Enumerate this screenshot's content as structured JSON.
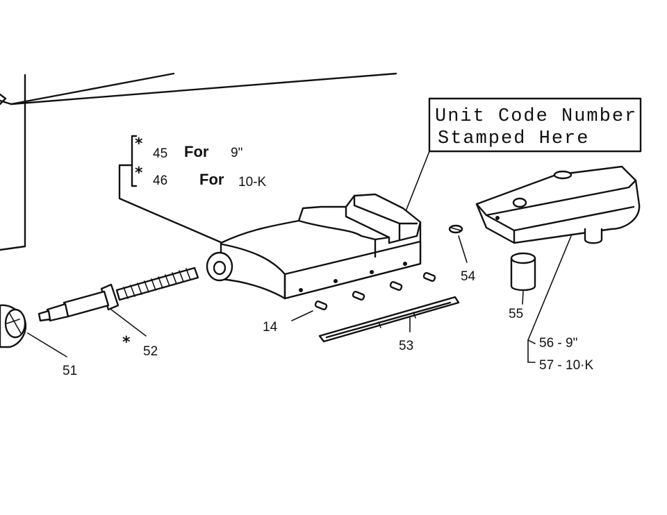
{
  "callout_box": {
    "line1": "Unit Code Number",
    "line2": "Stamped Here"
  },
  "bracket_left": {
    "items": [
      {
        "star": "*",
        "num": "45",
        "for_word": "For",
        "size": "9\""
      },
      {
        "star": "*",
        "num": "46",
        "for_word": "For",
        "size": "10-K"
      }
    ]
  },
  "bracket_right": {
    "items": [
      {
        "text": "56 - 9\""
      },
      {
        "text": "57 - 10·K"
      }
    ]
  },
  "labels": {
    "p14": "14",
    "p51": "51",
    "p52": "52",
    "p52_star": "*",
    "p53": "53",
    "p54": "54",
    "p55": "55"
  }
}
